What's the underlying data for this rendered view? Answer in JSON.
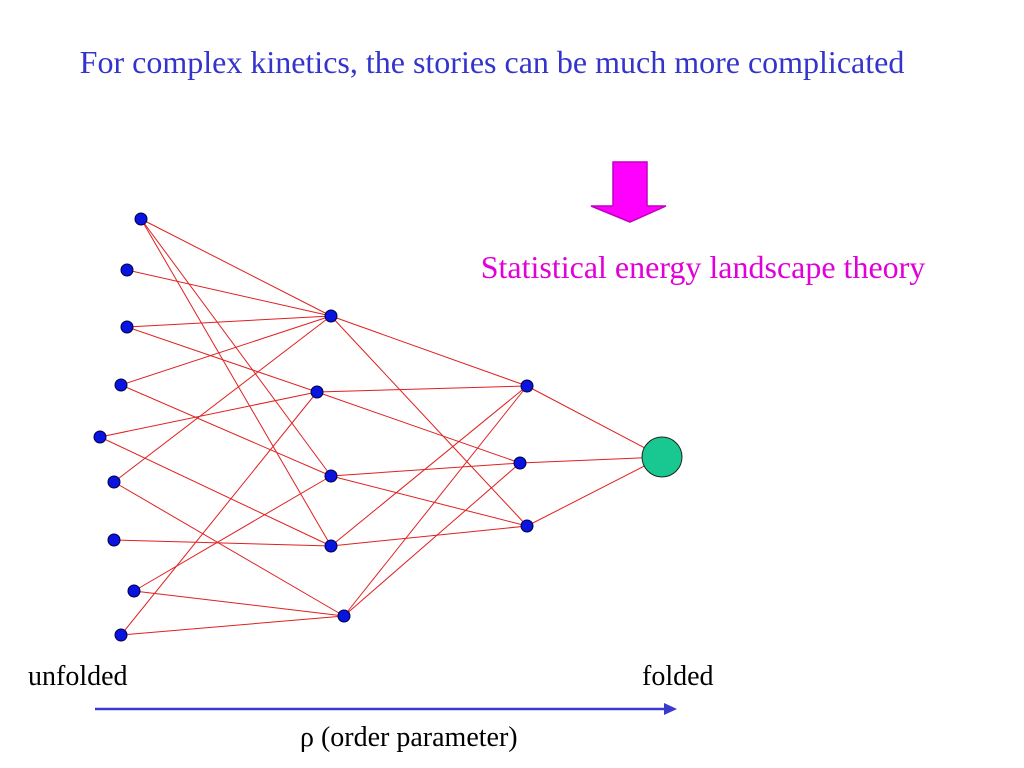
{
  "title": "For complex kinetics, the stories can be much more complicated",
  "subtitle": "Statistical energy landscape theory",
  "labels": {
    "unfolded": "unfolded",
    "folded": "folded",
    "order_parameter": "ρ (order parameter)"
  },
  "colors": {
    "title": "#3434cc",
    "subtitle": "#e000d8",
    "edge": "#e02020",
    "node": "#0a14e0",
    "folded_node": "#18c890",
    "arrow": "#ff00ff",
    "axis": "#3a3ad0"
  },
  "icons": {
    "down_arrow": "down-arrow-icon"
  }
}
